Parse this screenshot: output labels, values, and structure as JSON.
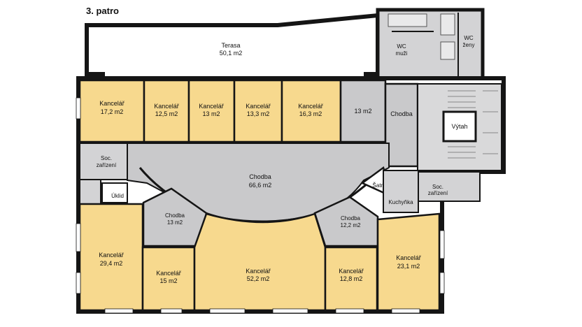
{
  "floor_title": "3. patro",
  "colors": {
    "office": "#f7d98e",
    "corridor": "#c9c9cb",
    "terrace": "#ffffff",
    "wall": "#151515"
  },
  "rooms": {
    "terasa": {
      "name": "Terasa",
      "area": "50,1 m2"
    },
    "wc_muzi": {
      "name": "WC",
      "sub": "muži"
    },
    "wc_zeny": {
      "name": "WC",
      "sub": "ženy"
    },
    "k1": {
      "name": "Kancelář",
      "area": "17,2 m2"
    },
    "k2": {
      "name": "Kancelář",
      "area": "12,5 m2"
    },
    "k3": {
      "name": "Kancelář",
      "area": "13 m2"
    },
    "k4": {
      "name": "Kancelář",
      "area": "13,3 m2"
    },
    "k5": {
      "name": "Kancelář",
      "area": "16,3 m2"
    },
    "r13": {
      "area": "13 m2"
    },
    "chodba_small": {
      "name": "Chodba"
    },
    "vytah": {
      "name": "Výtah"
    },
    "soc_left": {
      "name": "Soc.",
      "sub": "zařízení"
    },
    "uklid": {
      "name": "Úklid"
    },
    "chodba_main": {
      "name": "Chodba",
      "area": "66,6 m2"
    },
    "satna": {
      "name": "Šatna"
    },
    "soc_right": {
      "name": "Soc.",
      "sub": "zařízení"
    },
    "kuchynka": {
      "name": "Kuchyňka"
    },
    "chodba_left": {
      "name": "Chodba",
      "area": "13 m2"
    },
    "chodba_right": {
      "name": "Chodba",
      "area": "12,2 m2"
    },
    "k_294": {
      "name": "Kancelář",
      "area": "29,4 m2"
    },
    "k_15": {
      "name": "Kancelář",
      "area": "15 m2"
    },
    "k_522": {
      "name": "Kancelář",
      "area": "52,2 m2"
    },
    "k_128": {
      "name": "Kancelář",
      "area": "12,8 m2"
    },
    "k_231": {
      "name": "Kancelář",
      "area": "23,1 m2"
    }
  }
}
